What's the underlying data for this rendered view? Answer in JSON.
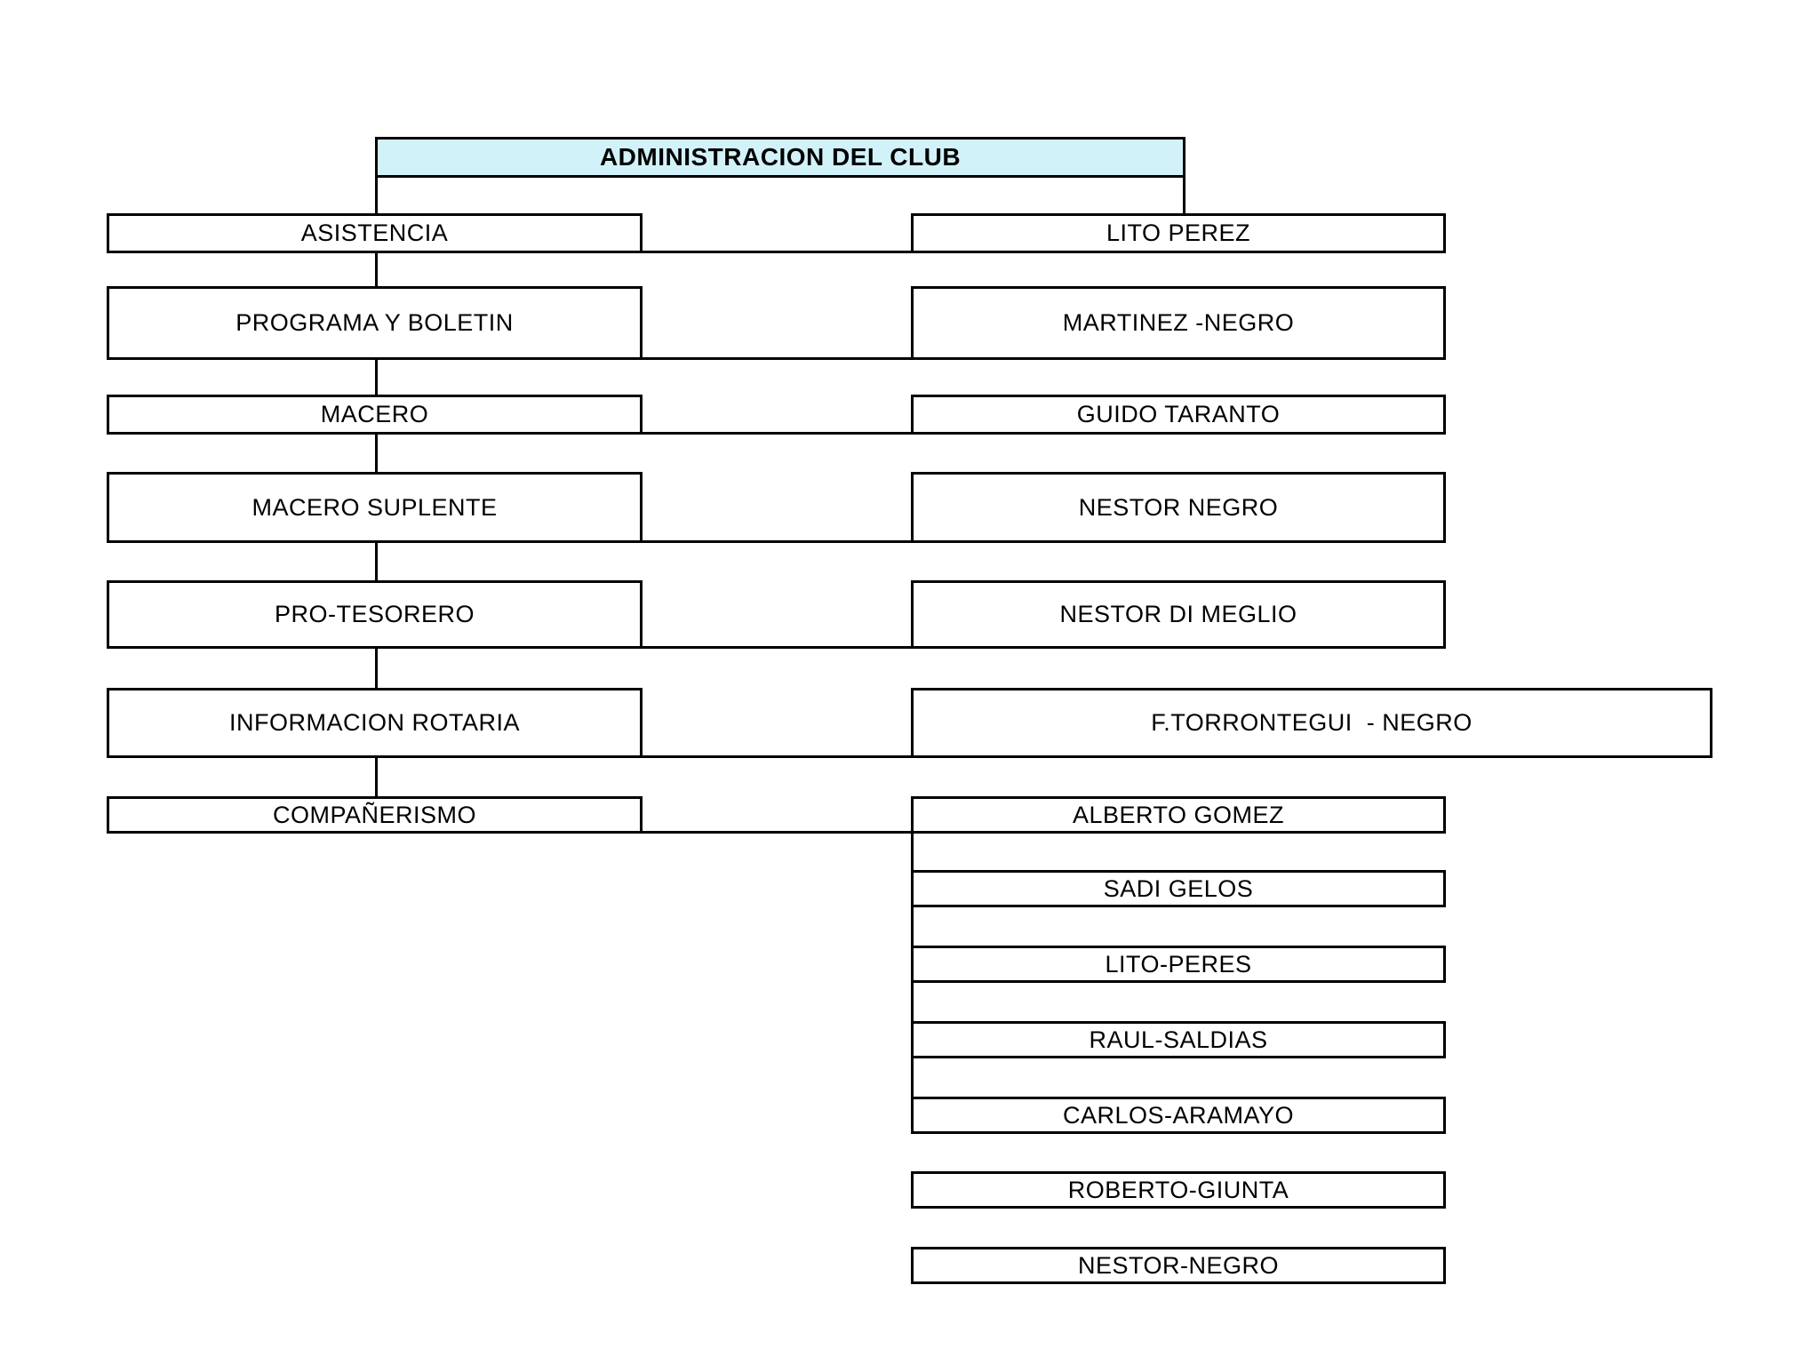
{
  "header": {
    "label": "ADMINISTRACION DEL CLUB"
  },
  "left_column": [
    "ASISTENCIA",
    "PROGRAMA Y BOLETIN",
    "MACERO",
    "MACERO SUPLENTE",
    "PRO-TESORERO",
    "INFORMACION ROTARIA",
    "COMPAÑERISMO"
  ],
  "right_column": [
    "LITO PEREZ",
    "MARTINEZ -NEGRO",
    "GUIDO TARANTO",
    "NESTOR NEGRO",
    "NESTOR DI MEGLIO",
    "F.TORRONTEGUI  - NEGRO",
    "ALBERTO GOMEZ"
  ],
  "members_list": [
    "SADI GELOS",
    "LITO-PERES",
    "RAUL-SALDIAS",
    "CARLOS-ARAMAYO",
    "ROBERTO-GIUNTA",
    "NESTOR-NEGRO"
  ],
  "colors": {
    "header_fill": "#d2f2f9",
    "box_fill": "#ffffff",
    "line": "#000000",
    "background": "#ffffff"
  }
}
